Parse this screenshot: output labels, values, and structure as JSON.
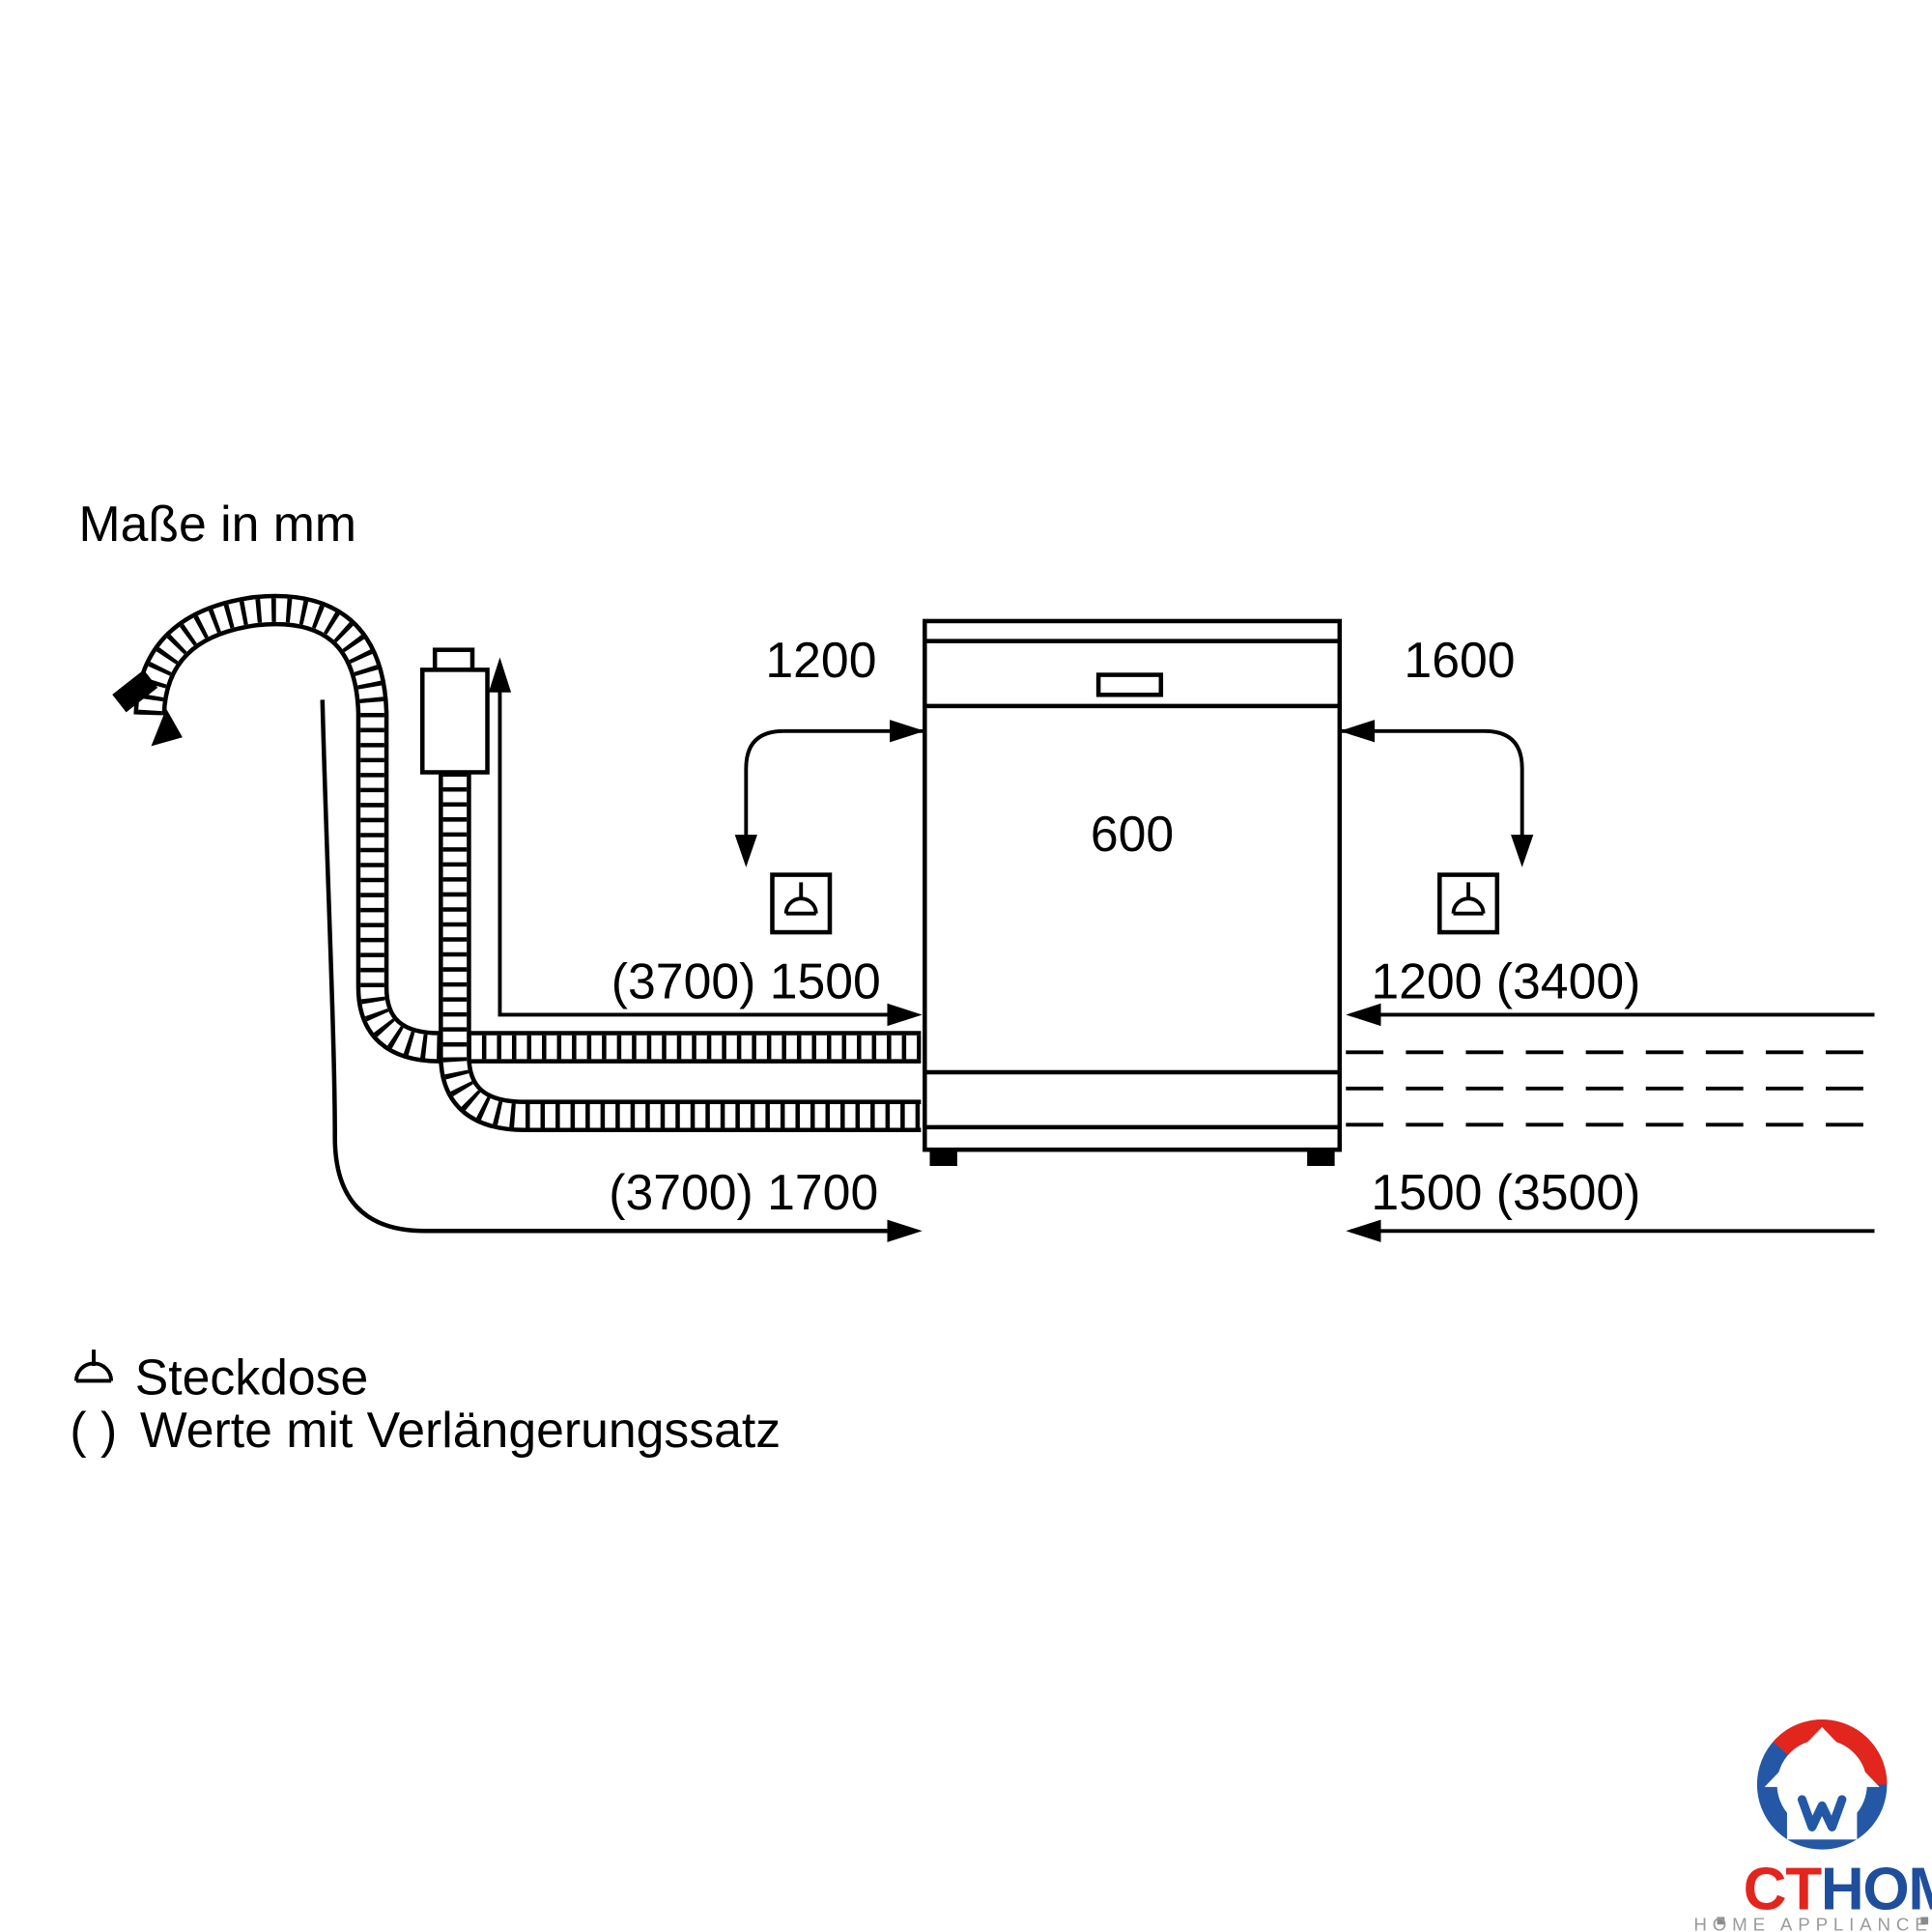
{
  "title": "Maße in mm",
  "dimensions": {
    "socket_distance_left": "1200",
    "socket_distance_right": "1600",
    "appliance_width": "600",
    "supply_hose_left": "(3700) 1500",
    "supply_hose_right": "1200 (3400)",
    "power_cord_left": "(3700) 1700",
    "drain_hose_right": "1500 (3500)"
  },
  "legend": {
    "socket": "Steckdose",
    "parentheses": "( )",
    "parentheses_label": "Werte mit Verlängerungssatz"
  },
  "logo": {
    "name_red": "CT",
    "name_blue": "HOME",
    "tagline": "HOME APPLIANCES",
    "colors": {
      "red": "#e2261d",
      "blue": "#1f4e9c",
      "gray": "#9a9a9a"
    }
  }
}
